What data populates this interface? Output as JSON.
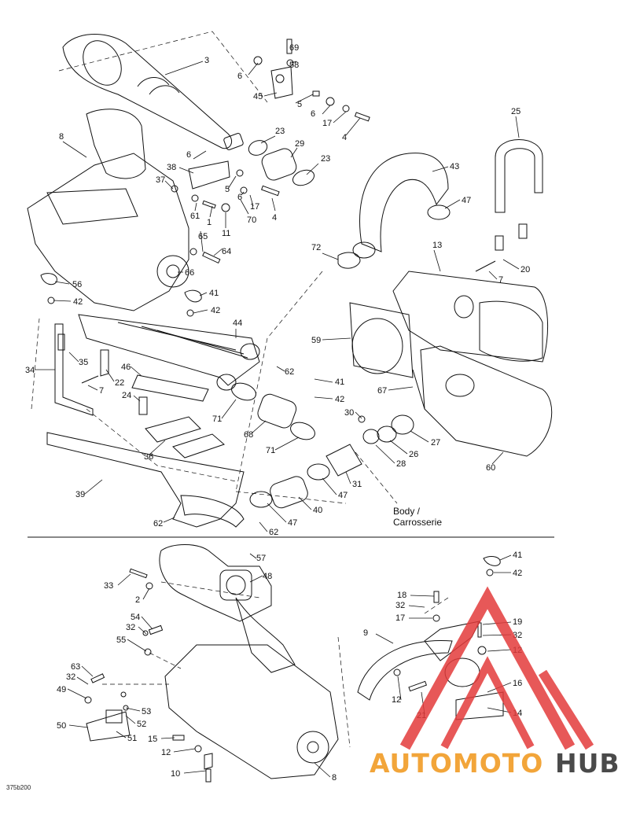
{
  "diagram": {
    "reference_code": "375b200",
    "body_note": [
      "Body /",
      "Carrosserie"
    ],
    "top_callouts": [
      "69",
      "58",
      "6",
      "3",
      "45",
      "5",
      "6",
      "17",
      "4",
      "8",
      "23",
      "29",
      "23",
      "6",
      "38",
      "37",
      "5",
      "6",
      "17",
      "4",
      "61",
      "1",
      "11",
      "70",
      "65",
      "64",
      "66",
      "56",
      "42",
      "41",
      "42",
      "44",
      "34",
      "35",
      "22",
      "7",
      "46",
      "24",
      "36",
      "39",
      "62",
      "62",
      "71",
      "68",
      "71",
      "41",
      "42",
      "30",
      "27",
      "26",
      "28",
      "31",
      "47",
      "40",
      "47",
      "62",
      "72",
      "43",
      "47",
      "25",
      "13",
      "20",
      "7",
      "59",
      "67",
      "60"
    ],
    "bottom_callouts": [
      "57",
      "48",
      "33",
      "2",
      "54",
      "32",
      "55",
      "63",
      "32",
      "49",
      "53",
      "52",
      "50",
      "51",
      "15",
      "12",
      "10",
      "8",
      "41",
      "42",
      "18",
      "32",
      "17",
      "9",
      "19",
      "32",
      "12",
      "16",
      "14",
      "12",
      "21"
    ],
    "watermark": {
      "brand_orange": "AUTOMOTO",
      "brand_dark": "HUB"
    }
  },
  "colors": {
    "watermark_orange": "#f2a53a",
    "watermark_dark": "#4a4a4a",
    "watermark_red": "#e33b3b"
  }
}
